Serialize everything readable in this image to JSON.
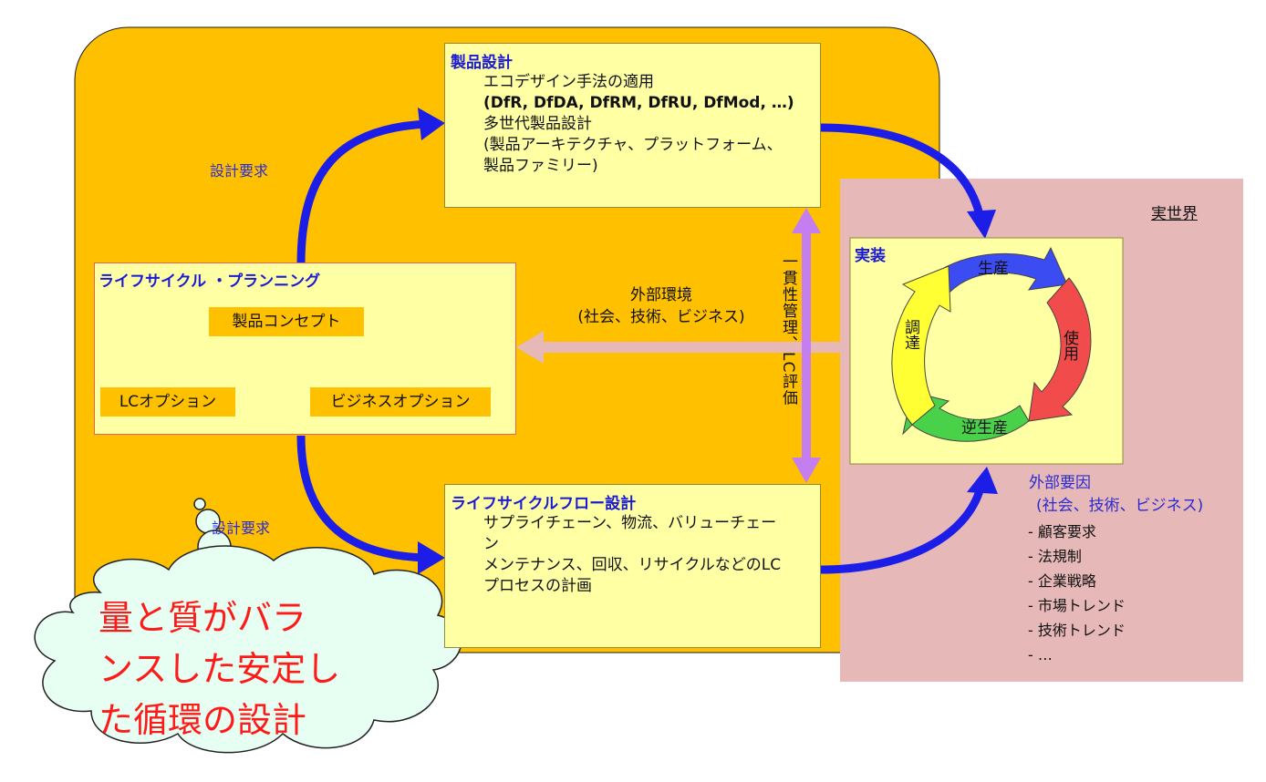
{
  "product_design": {
    "title": "製品設計",
    "lines": [
      "エコデザイン手法の適用",
      "(DfR, DfDA, DfRM, DfRU, DfMod, …)",
      "多世代製品設計",
      "(製品アーキテクチャ、プラットフォーム、",
      "製品ファミリー)"
    ]
  },
  "lifecycle_planning": {
    "title": "ライフサイクル ・プランニング",
    "product_concept": "製品コンセプト",
    "lc_option": "LCオプション",
    "business_option": "ビジネスオプション"
  },
  "lifecycle_flow_design": {
    "title": "ライフサイクルフロー設計",
    "lines": [
      "サプライチェーン、物流、バリューチェー",
      "ン",
      "メンテナンス、回収、リサイクルなどのLC",
      "プロセスの計画"
    ]
  },
  "design_requirement_top": "設計要求",
  "design_requirement_bottom": "設計要求",
  "external_environment": {
    "line1": "外部環境",
    "line2": "(社会、技術、ビジネス)"
  },
  "vertical_label": "一貫性管理、LC評価",
  "real_world": {
    "label": "実世界",
    "implementation_title": "実装",
    "cycle": {
      "production": "生産",
      "use": "使用",
      "reverse_production": "逆生産",
      "procurement": "調達"
    },
    "external_factors_title": "外部要因",
    "external_factors_subtitle": "(社会、技術、ビジネス)",
    "factors": [
      "-  顧客要求",
      "-  法規制",
      "-  企業戦略",
      "-  市場トレンド",
      "-  技術トレンド",
      "-  …"
    ]
  },
  "cloud_text": {
    "line1": "量と質がバラ",
    "line2": "ンスした安定し",
    "line3": "た循環の設計"
  },
  "colors": {
    "orange_background": "#ffc000",
    "yellow_box": "#ffffa3",
    "pink_region": "#e6b8b7",
    "blue_arrow": "#1d1de8",
    "purple_arrow": "#c57ef0",
    "pink_arrow": "#e6b8b7",
    "cloud_fill": "#e6fff2",
    "cloud_text": "#ff1a1a"
  }
}
